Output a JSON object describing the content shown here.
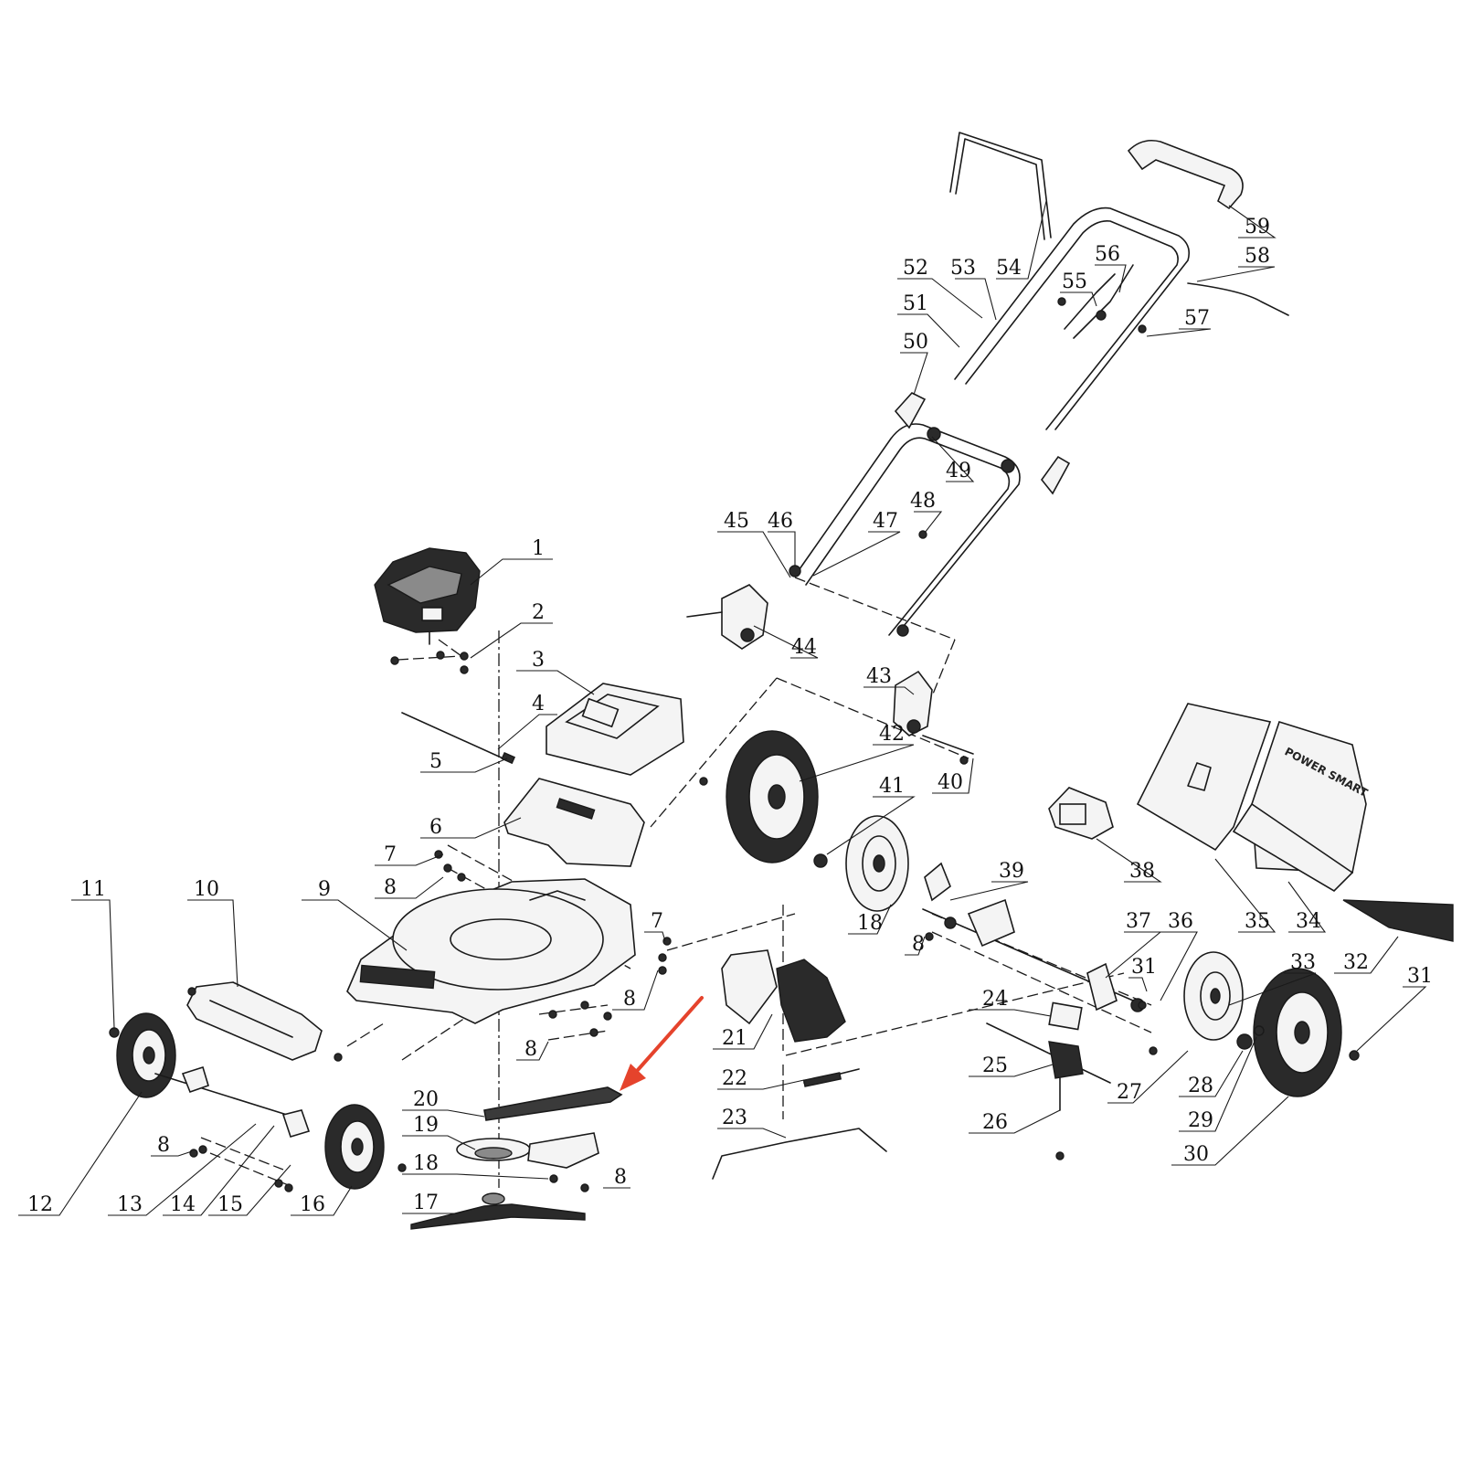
{
  "brand_print": "POWER SMART",
  "arrow_color": "#e5432c",
  "line_color": "#1a1a1a",
  "callouts": [
    {
      "id": "c1",
      "text": "1"
    },
    {
      "id": "c2",
      "text": "2"
    },
    {
      "id": "c3",
      "text": "3"
    },
    {
      "id": "c4",
      "text": "4"
    },
    {
      "id": "c5",
      "text": "5"
    },
    {
      "id": "c6",
      "text": "6"
    },
    {
      "id": "c7a",
      "text": "7"
    },
    {
      "id": "c7b",
      "text": "7"
    },
    {
      "id": "c8a",
      "text": "8"
    },
    {
      "id": "c8b",
      "text": "8"
    },
    {
      "id": "c8c",
      "text": "8"
    },
    {
      "id": "c8d",
      "text": "8"
    },
    {
      "id": "c8e",
      "text": "8"
    },
    {
      "id": "c8f",
      "text": "8"
    },
    {
      "id": "c9",
      "text": "9"
    },
    {
      "id": "c10",
      "text": "10"
    },
    {
      "id": "c11",
      "text": "11"
    },
    {
      "id": "c12",
      "text": "12"
    },
    {
      "id": "c13",
      "text": "13"
    },
    {
      "id": "c14",
      "text": "14"
    },
    {
      "id": "c15",
      "text": "15"
    },
    {
      "id": "c16",
      "text": "16"
    },
    {
      "id": "c17",
      "text": "17"
    },
    {
      "id": "c18a",
      "text": "18"
    },
    {
      "id": "c18b",
      "text": "18"
    },
    {
      "id": "c19",
      "text": "19"
    },
    {
      "id": "c20",
      "text": "20"
    },
    {
      "id": "c21",
      "text": "21"
    },
    {
      "id": "c22",
      "text": "22"
    },
    {
      "id": "c23",
      "text": "23"
    },
    {
      "id": "c24",
      "text": "24"
    },
    {
      "id": "c25",
      "text": "25"
    },
    {
      "id": "c26",
      "text": "26"
    },
    {
      "id": "c27",
      "text": "27"
    },
    {
      "id": "c28",
      "text": "28"
    },
    {
      "id": "c29",
      "text": "29"
    },
    {
      "id": "c30",
      "text": "30"
    },
    {
      "id": "c31a",
      "text": "31"
    },
    {
      "id": "c31b",
      "text": "31"
    },
    {
      "id": "c32",
      "text": "32"
    },
    {
      "id": "c33",
      "text": "33"
    },
    {
      "id": "c34",
      "text": "34"
    },
    {
      "id": "c35",
      "text": "35"
    },
    {
      "id": "c36",
      "text": "36"
    },
    {
      "id": "c37",
      "text": "37"
    },
    {
      "id": "c38",
      "text": "38"
    },
    {
      "id": "c39",
      "text": "39"
    },
    {
      "id": "c40",
      "text": "40"
    },
    {
      "id": "c41",
      "text": "41"
    },
    {
      "id": "c42",
      "text": "42"
    },
    {
      "id": "c43",
      "text": "43"
    },
    {
      "id": "c44",
      "text": "44"
    },
    {
      "id": "c45",
      "text": "45"
    },
    {
      "id": "c46",
      "text": "46"
    },
    {
      "id": "c47",
      "text": "47"
    },
    {
      "id": "c48",
      "text": "48"
    },
    {
      "id": "c49",
      "text": "49"
    },
    {
      "id": "c50",
      "text": "50"
    },
    {
      "id": "c51",
      "text": "51"
    },
    {
      "id": "c52",
      "text": "52"
    },
    {
      "id": "c53",
      "text": "53"
    },
    {
      "id": "c54",
      "text": "54"
    },
    {
      "id": "c55",
      "text": "55"
    },
    {
      "id": "c56",
      "text": "56"
    },
    {
      "id": "c57",
      "text": "57"
    },
    {
      "id": "c58",
      "text": "58"
    },
    {
      "id": "c59",
      "text": "59"
    }
  ]
}
